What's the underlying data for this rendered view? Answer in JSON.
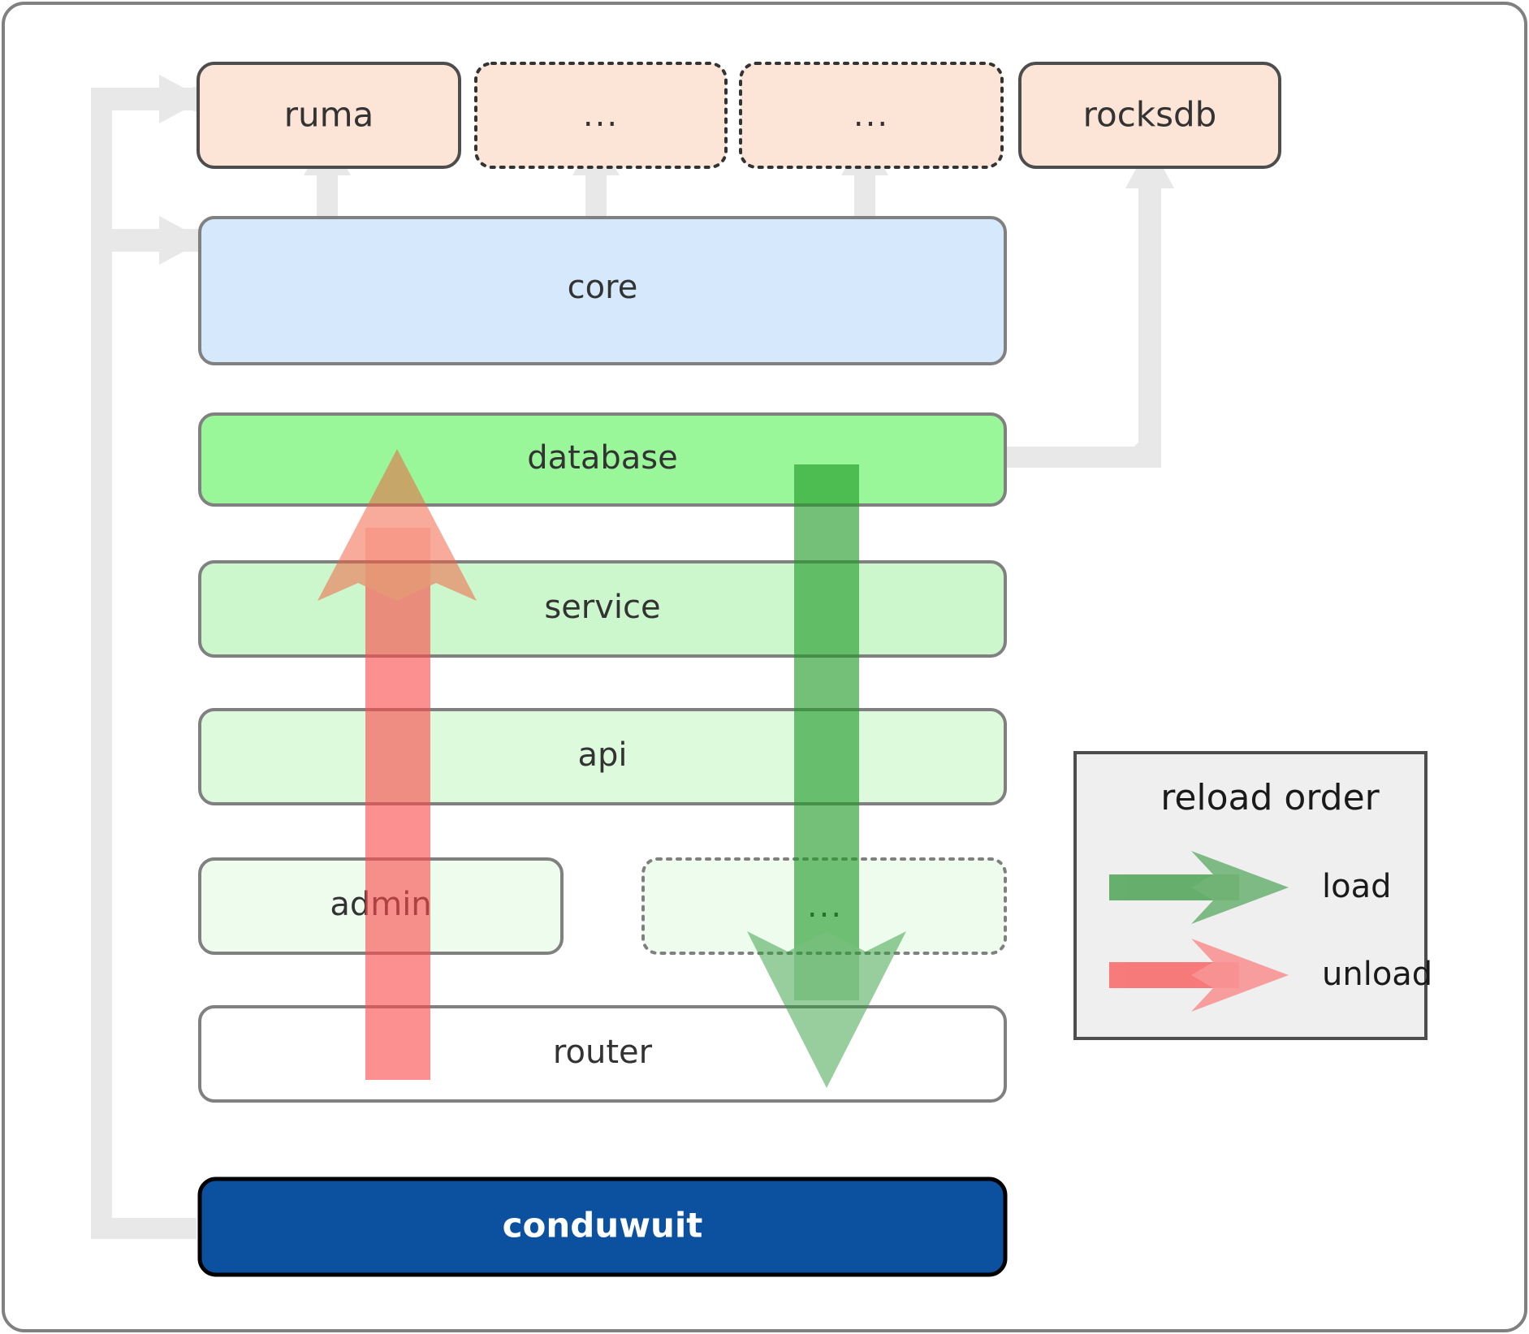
{
  "diagram": {
    "title": "conduwuit crate dependency and reload order diagram",
    "frame": {
      "border_color": "#808080",
      "background": "#ffffff"
    },
    "external_crates": [
      {
        "id": "ruma",
        "label": "ruma",
        "style": "solid",
        "fill": "#fce4d6",
        "stroke": "#4d4d4d"
      },
      {
        "id": "ext1",
        "label": "...",
        "style": "dotted",
        "fill": "#fce4d6",
        "stroke": "#333333"
      },
      {
        "id": "ext2",
        "label": "...",
        "style": "dotted",
        "fill": "#fce4d6",
        "stroke": "#333333"
      },
      {
        "id": "rocksdb",
        "label": "rocksdb",
        "style": "solid",
        "fill": "#fce4d6",
        "stroke": "#4d4d4d"
      }
    ],
    "layers": [
      {
        "id": "core",
        "label": "core",
        "fill": "#d6e8fb",
        "stroke": "#808080",
        "style": "solid",
        "full_width": true
      },
      {
        "id": "database",
        "label": "database",
        "fill": "#99f799",
        "stroke": "#808080",
        "style": "solid",
        "full_width": true
      },
      {
        "id": "service",
        "label": "service",
        "fill": "#ccf7cc",
        "stroke": "#808080",
        "style": "solid",
        "full_width": true
      },
      {
        "id": "api",
        "label": "api",
        "fill": "#ddfadd",
        "stroke": "#808080",
        "style": "solid",
        "full_width": true
      },
      {
        "id": "admin",
        "label": "admin",
        "fill": "#eefcee",
        "stroke": "#808080",
        "style": "solid",
        "full_width": false
      },
      {
        "id": "extra",
        "label": "...",
        "fill": "#eefcee",
        "stroke": "#808080",
        "style": "dotted",
        "full_width": false
      },
      {
        "id": "router",
        "label": "router",
        "fill": "#ffffff",
        "stroke": "#808080",
        "style": "solid",
        "full_width": true
      }
    ],
    "root": {
      "id": "conduwuit",
      "label": "conduwuit",
      "fill": "#0b51a0",
      "stroke": "#000000",
      "text_color": "#ffffff"
    },
    "flow_arrows": [
      {
        "id": "unload-arrow",
        "direction": "up",
        "color": "#fa8585",
        "label": "unload"
      },
      {
        "id": "load-arrow",
        "direction": "down",
        "color": "#57a85a",
        "label": "load"
      }
    ],
    "connector_color": "#e8e8e8"
  },
  "legend": {
    "title": "reload order",
    "background": "#efefef",
    "border": "#4d4d4d",
    "entries": [
      {
        "id": "load",
        "label": "load",
        "color": "#57a85a"
      },
      {
        "id": "unload",
        "label": "unload",
        "color": "#fa8585"
      }
    ]
  }
}
